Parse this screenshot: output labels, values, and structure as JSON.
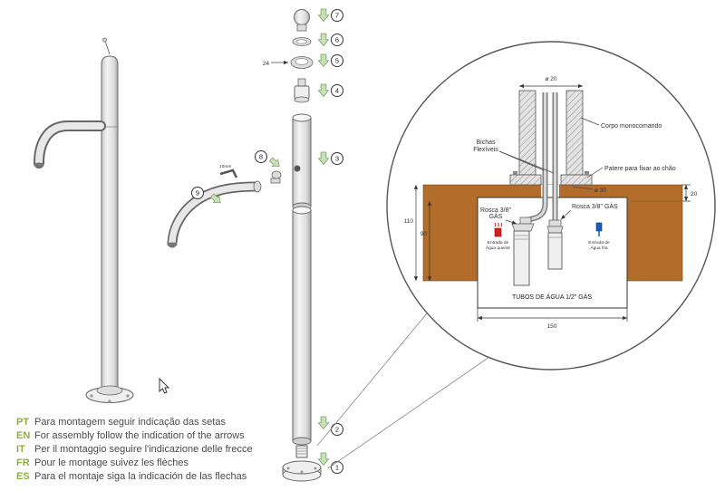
{
  "instructions": {
    "items": [
      {
        "code": "PT",
        "text": "Para montagem seguir indicação das setas"
      },
      {
        "code": "EN",
        "text": "For assembly follow the indication of the arrows"
      },
      {
        "code": "IT",
        "text": "Per il montaggio seguire l'indicazione delle frecce"
      },
      {
        "code": "FR",
        "text": "Pour le montage suivez les flèches"
      },
      {
        "code": "ES",
        "text": "Para el montaje siga la indicación de las flechas"
      }
    ]
  },
  "exploded": {
    "part_numbers": [
      "1",
      "2",
      "3",
      "4",
      "5",
      "6",
      "7",
      "8",
      "9"
    ],
    "wrench_size": "24",
    "hex_key_size": "10mm"
  },
  "detail": {
    "labels": {
      "body": "Corpo monocomando",
      "hoses_1": "Bichas",
      "hoses_2": "Flexíveis",
      "plate": "Patere para fixar ao chão",
      "thread_left_1": "Rosca 3/8\"",
      "thread_left_2": "GÁS",
      "thread_right": "Rosca 3/8\" GÁS",
      "tubes": "TUBOS DE ÁGUA 1/2\" GÁS",
      "hot_1": "Entrada de",
      "hot_2": "Água quente",
      "cold_1": "Entrada de",
      "cold_2": "Água fria"
    },
    "dims": {
      "pipe": "ø 20",
      "hole": "ø 30",
      "depth_total": "110",
      "depth_inner": "90",
      "floor": "20",
      "width": "150"
    }
  },
  "colors": {
    "arrow_green": "#c9dfba",
    "arrow_green_border": "#79a264",
    "floor_brown": "#b26d2a",
    "hot_red": "#cc2222",
    "cold_blue": "#1b5fb5",
    "code_green": "#8fae3f"
  }
}
